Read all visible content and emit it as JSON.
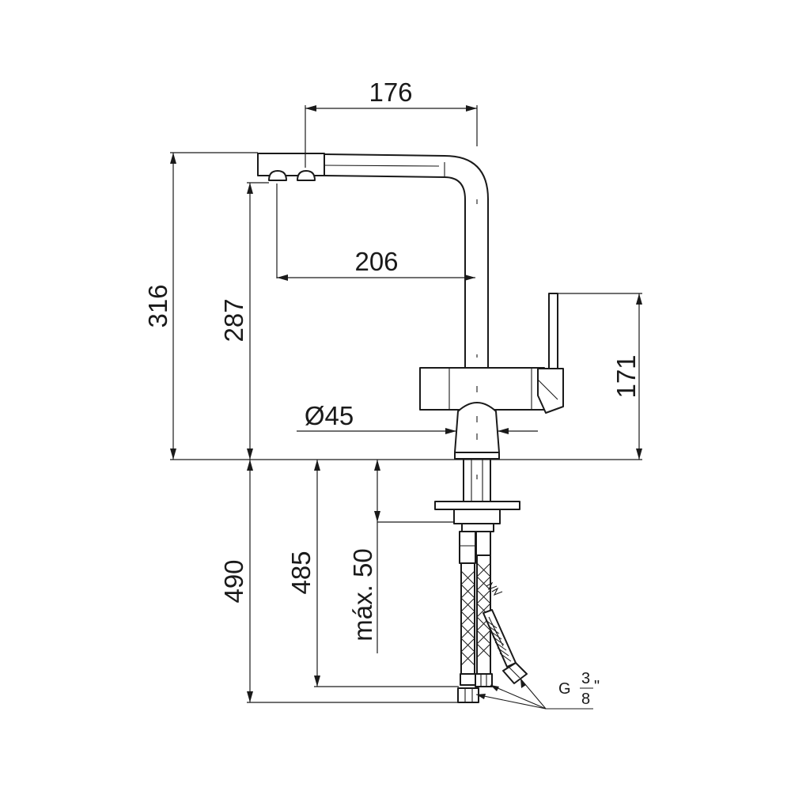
{
  "dimensions": {
    "spout_reach": "176",
    "outlet_reach": "206",
    "total_height": "316",
    "outlet_height": "287",
    "lever_height": "171",
    "base_diameter": "Ø45",
    "hose_length_total": "490",
    "hose_length": "485",
    "max_thickness": "máx. 50"
  },
  "connection": {
    "thread_prefix": "G",
    "thread_numerator": "3",
    "thread_denominator": "8",
    "thread_unit": "\""
  },
  "colors": {
    "line": "#1a1a1a",
    "background": "#ffffff"
  }
}
